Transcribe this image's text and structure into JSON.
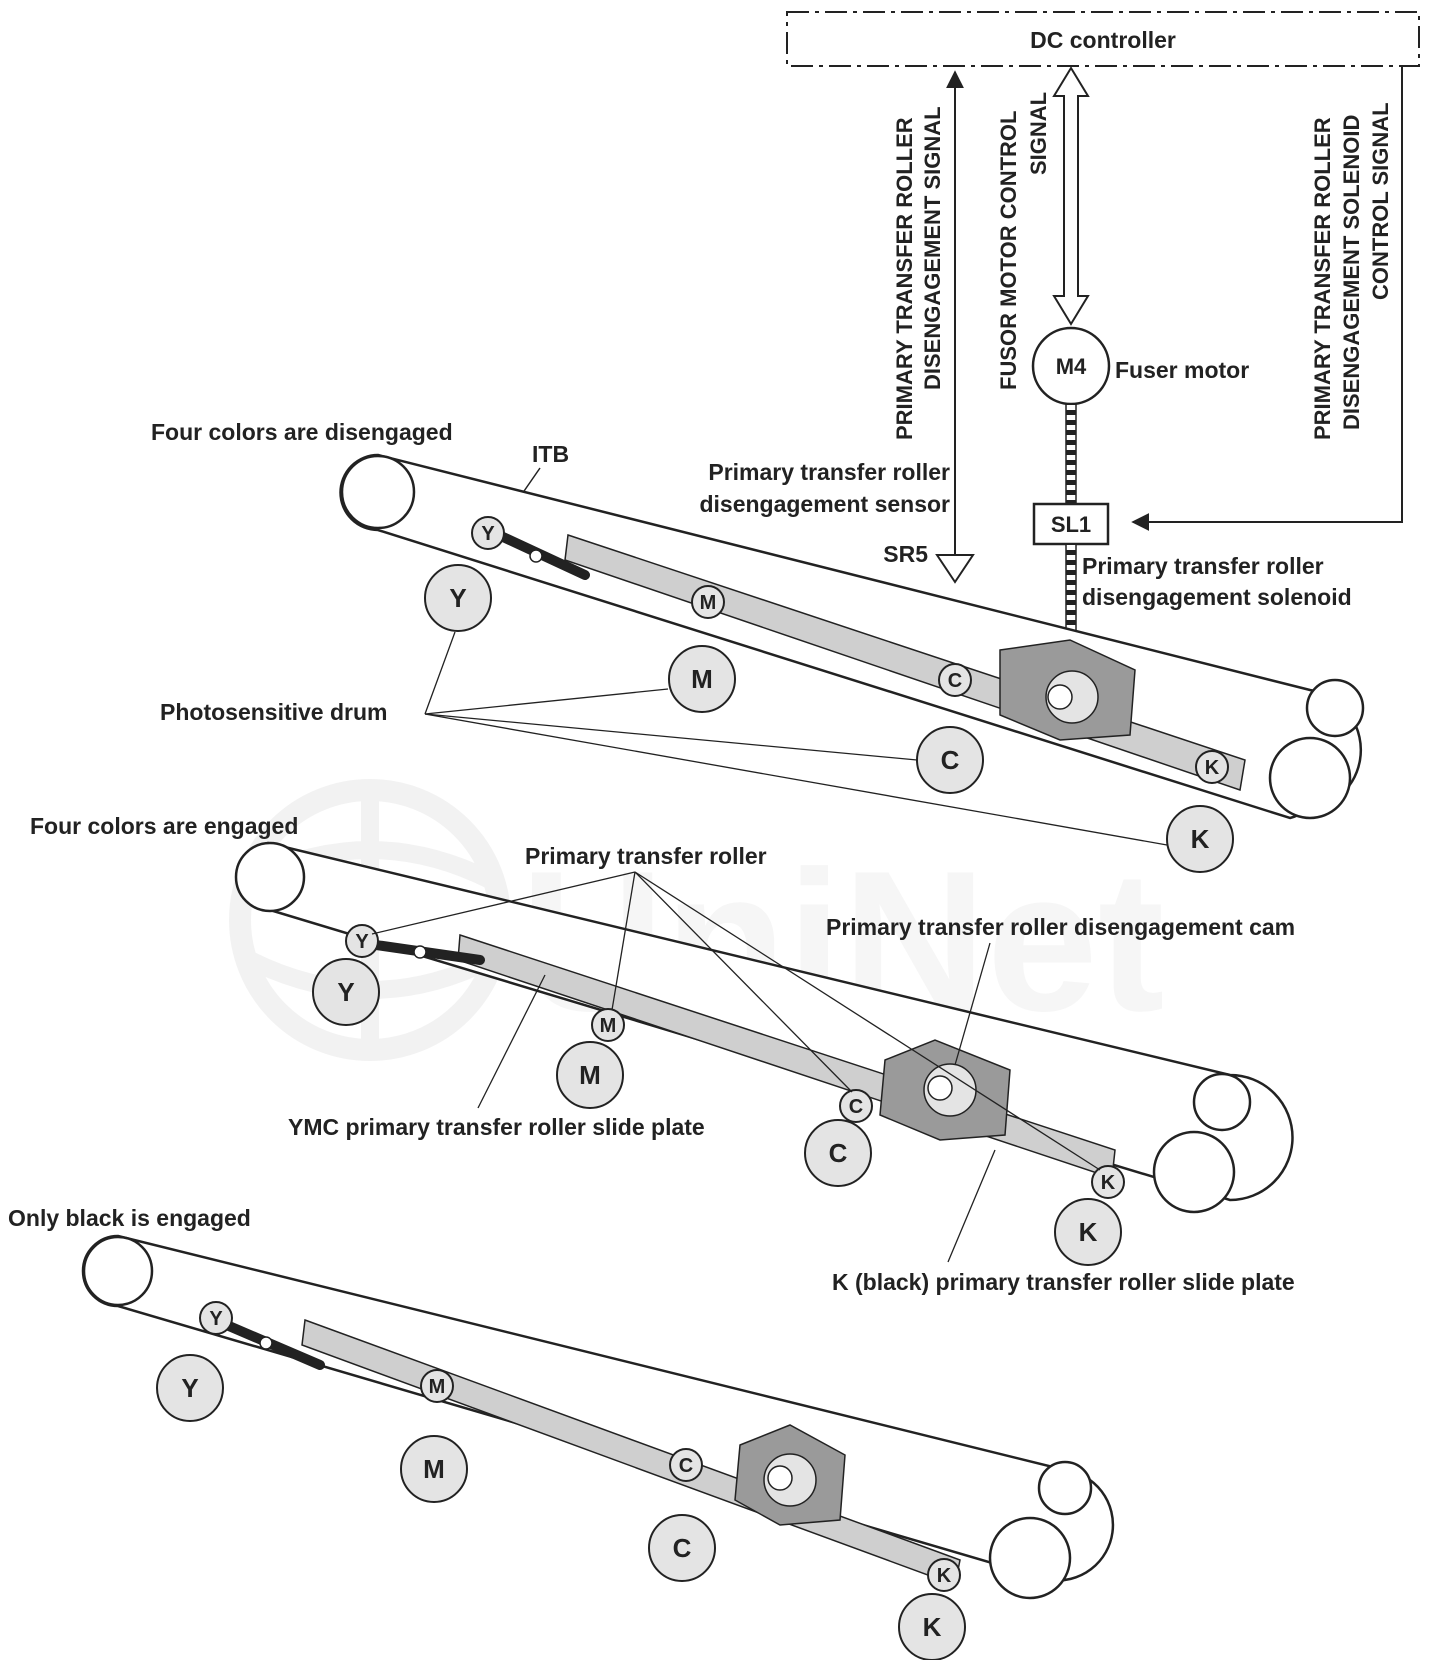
{
  "title_box": {
    "label": "DC controller"
  },
  "signals": {
    "disengagement_signal": [
      "PRIMARY TRANSFER ROLLER",
      "DISENGAGEMENT SIGNAL"
    ],
    "fusor_motor_signal": [
      "FUSOR MOTOR CONTROL",
      "SIGNAL"
    ],
    "solenoid_signal": [
      "PRIMARY TRANSFER ROLLER",
      "DISENGAGEMENT SOLENOID",
      "CONTROL SIGNAL"
    ]
  },
  "motor": {
    "id": "M4",
    "label": "Fuser motor"
  },
  "solenoid": {
    "id": "SL1",
    "label_line1": "Primary transfer roller",
    "label_line2": "disengagement solenoid"
  },
  "sensor": {
    "id": "SR5",
    "label_line1": "Primary transfer roller",
    "label_line2": "disengagement sensor"
  },
  "states": {
    "disengaged": "Four colors are disengaged",
    "engaged": "Four colors are engaged",
    "black_only": "Only black is engaged"
  },
  "callouts": {
    "itb": "ITB",
    "photosensitive_drum": "Photosensitive drum",
    "primary_transfer_roller": "Primary transfer roller",
    "cam": "Primary transfer roller disengagement cam",
    "ymc_slide_plate": "YMC primary transfer roller slide plate",
    "k_slide_plate": "K (black) primary transfer roller slide plate"
  },
  "colors": {
    "Y": "Y",
    "M": "M",
    "C": "C",
    "K": "K"
  },
  "palette": {
    "line": "#222222",
    "drum_fill": "#e4e4e4",
    "mech_fill": "#cfcfcf",
    "mech_dark": "#9a9a9a",
    "watermark": "#eeeeee"
  }
}
